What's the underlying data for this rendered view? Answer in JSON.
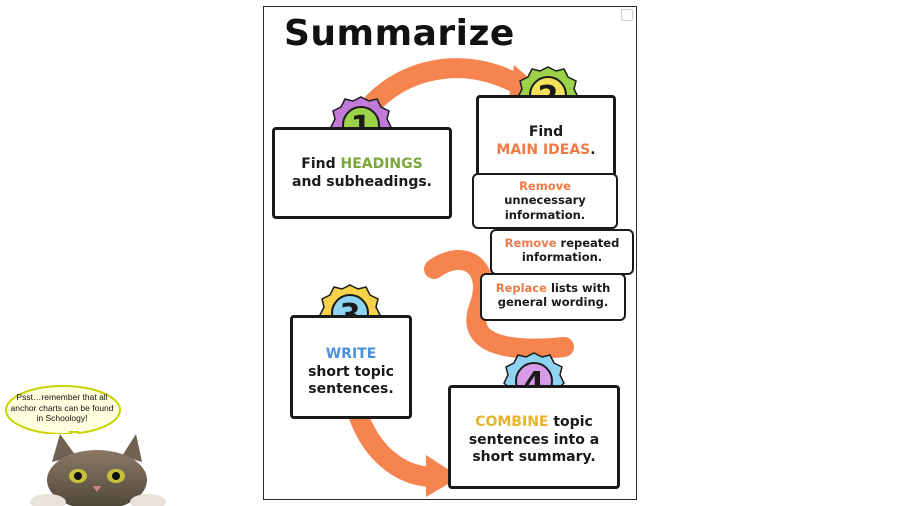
{
  "chart": {
    "title": "Summarize",
    "steps": [
      {
        "number": "1",
        "line1_a": "Find ",
        "line1_b": "HEADINGS",
        "line2": "and subheadings."
      },
      {
        "number": "2",
        "line1": "Find",
        "line2": "MAIN IDEAS",
        "line2_suffix": "."
      },
      {
        "number": "3",
        "line1": "WRITE",
        "line2": "short topic",
        "line3": "sentences."
      },
      {
        "number": "4",
        "line1_a": "COMBINE",
        "line1_b": " topic",
        "line2": "sentences into a",
        "line3": "short summary."
      }
    ],
    "tips": [
      {
        "keyword": "Remove",
        "line2": "unnecessary",
        "line3": "information."
      },
      {
        "keyword": "Remove",
        "rest": " repeated",
        "line2": "information."
      },
      {
        "keyword": "Replace",
        "rest": " lists with",
        "line2": "general wording."
      }
    ]
  },
  "speech_bubble": {
    "text": "Psst…remember that all anchor charts can be found in Schoology!"
  },
  "colors": {
    "green": "#7aa63a",
    "orange": "#f07a45",
    "blue": "#4a8fe0",
    "yellow": "#e8b52a",
    "purple": "#c27ad9",
    "ink": "#1a1a1a"
  }
}
